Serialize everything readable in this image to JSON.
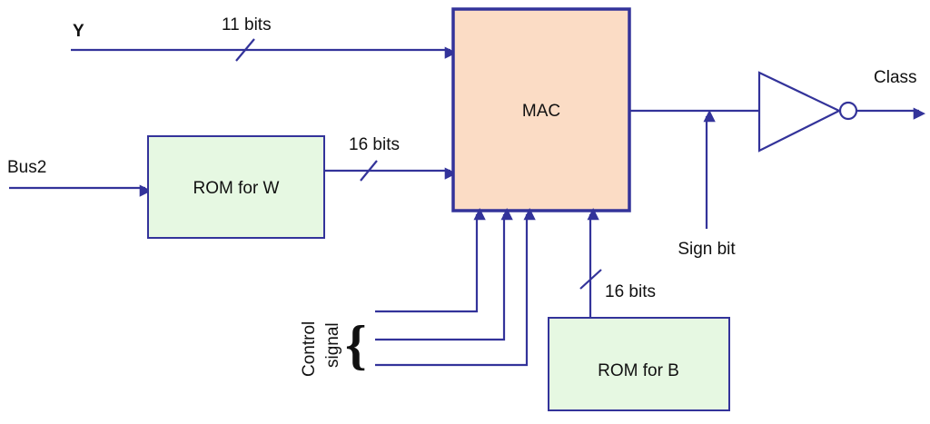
{
  "labels": {
    "y_input": "Y",
    "y_width": "11 bits",
    "bus2": "Bus2",
    "rom_w": "ROM for W",
    "w_width": "16 bits",
    "mac": "MAC",
    "control_line1": "Control",
    "control_line2": "signal",
    "b_width": "16 bits",
    "rom_b": "ROM for B",
    "sign_bit": "Sign bit",
    "class_output": "Class"
  },
  "colors": {
    "wire": "#33339a",
    "mac_fill": "#fbdcc5",
    "rom_fill": "#e6f8e2"
  }
}
